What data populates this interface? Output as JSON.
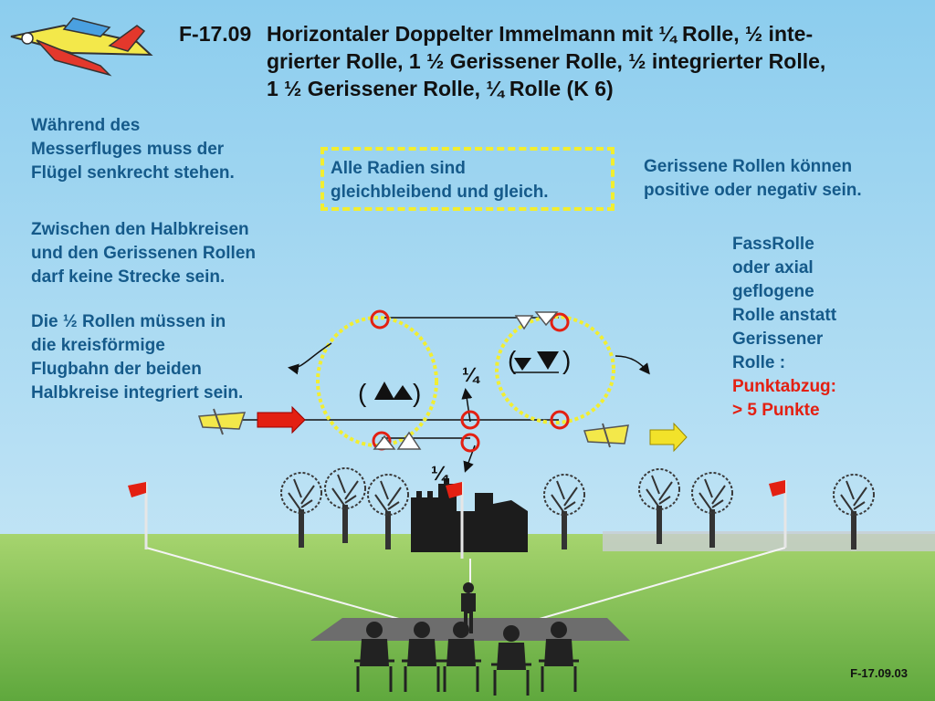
{
  "title": {
    "number": "F-17.09",
    "line1": "Horizontaler Doppelter Immelmann mit ¼ Rolle, ½ inte-",
    "line2": "grierter Rolle, 1 ½ Gerissener Rolle, ½ integrierter Rolle,",
    "line3": "1 ½ Gerissener Rolle, ¼ Rolle (K 6)"
  },
  "notes": {
    "knife_edge": [
      "Während des",
      "Messerfluges muss der",
      "Flügel senkrecht stehen."
    ],
    "radii": [
      "Alle Radien sind",
      "gleichbleibend und gleich."
    ],
    "snap_sign": [
      "Gerissene Rollen können",
      "positive oder negativ sein."
    ],
    "no_line": [
      "Zwischen den Halbkreisen",
      "und den Gerissenen Rollen",
      "darf keine Strecke sein."
    ],
    "half_rolls": [
      "Die ½  Rollen müssen in",
      "die kreisförmige",
      "Flugbahn der beiden",
      "Halbkreise integriert sein."
    ],
    "barrel_roll": [
      "FassRolle",
      "oder axial",
      "geflogene",
      "Rolle anstatt",
      "Gerissener",
      "Rolle :"
    ],
    "penalty": [
      "Punktabzug:",
      "> 5 Punkte"
    ]
  },
  "diagram": {
    "quarter_upper": "¼",
    "quarter_lower": "¼",
    "paren_open": "(",
    "paren_close": ")"
  },
  "footer": "F-17.09.03",
  "colors": {
    "sky": "#9fd4ef",
    "grass": "#86c257",
    "note_text": "#155a8a",
    "circle_marker": "#e32012",
    "dashed": "#f2ee30",
    "entry_arrow": "#e32012",
    "exit_arrow": "#f2e22a"
  },
  "icons": [
    "airplane-logo-icon",
    "flag-icon",
    "castle-icon",
    "tree-icon",
    "pilot-icon",
    "spectator-icon"
  ]
}
